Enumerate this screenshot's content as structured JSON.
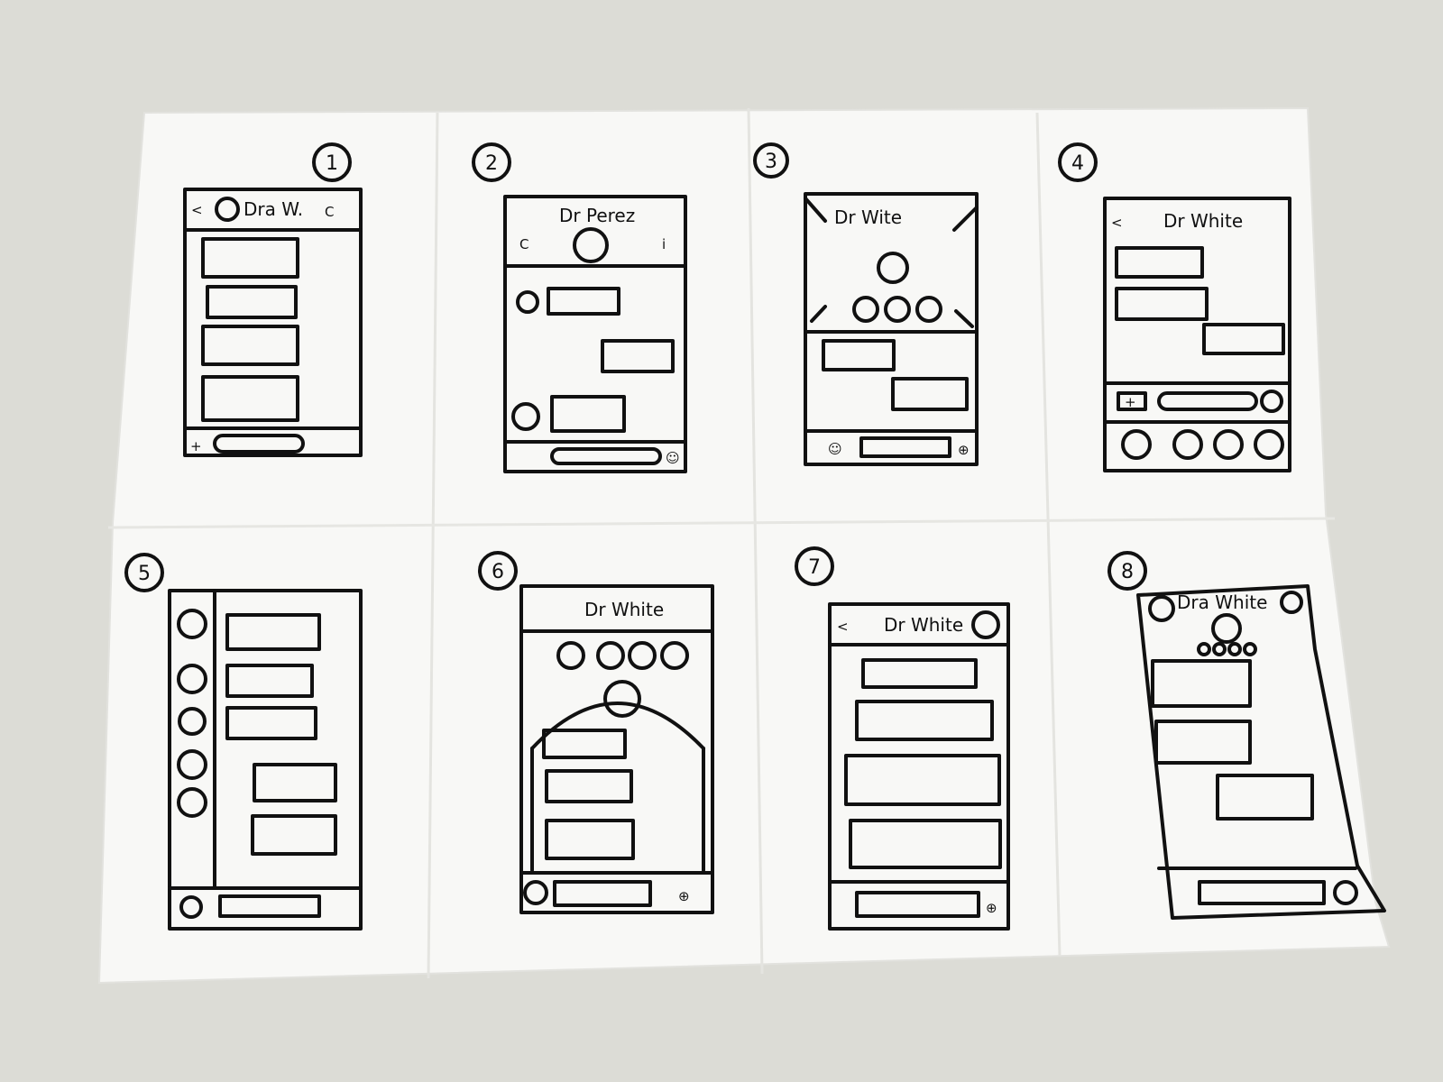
{
  "sketches": [
    {
      "number": "1",
      "title": "Dra W."
    },
    {
      "number": "2",
      "title": "Dr Perez"
    },
    {
      "number": "3",
      "title": "Dr Wite"
    },
    {
      "number": "4",
      "title": "Dr White"
    },
    {
      "number": "5",
      "title": ""
    },
    {
      "number": "6",
      "title": "Dr White"
    },
    {
      "number": "7",
      "title": "Dr White"
    },
    {
      "number": "8",
      "title": "Dra White"
    }
  ],
  "icons": {
    "back": "<",
    "add": "+",
    "calendar": "C",
    "info": "i",
    "emoji": "☺",
    "add_circle": "⊕"
  },
  "colors": {
    "paper": "#f8f8f6",
    "background": "#dcdcd6",
    "ink": "#111111"
  }
}
